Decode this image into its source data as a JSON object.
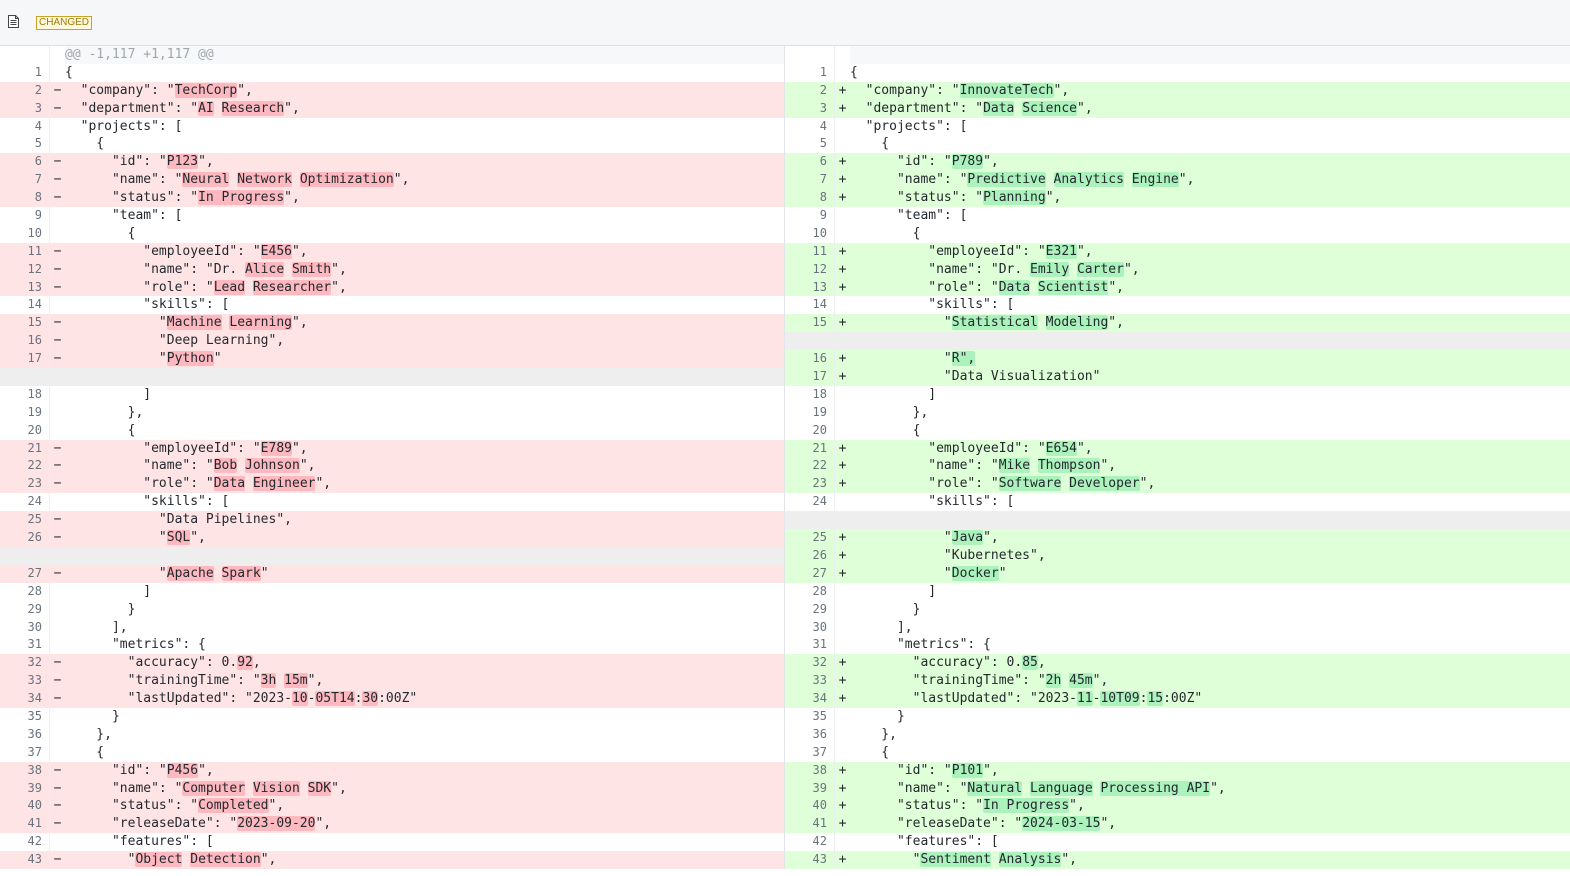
{
  "header": {
    "status_badge": "CHANGED",
    "file_icon": "document-icon"
  },
  "hunk_header": "@@ -1,117 +1,117 @@",
  "colors": {
    "deleted_bg": "#ffe4e6",
    "deleted_word": "#fdb8c0",
    "added_bg": "#dfffd8",
    "added_word": "#acf2bd",
    "badge": "#c9a227"
  },
  "left": [
    {
      "ln": "1",
      "t": "ctx",
      "segs": [
        "{"
      ]
    },
    {
      "ln": "2",
      "t": "del",
      "segs": [
        "  \"company\": \"",
        {
          "h": "TechCorp"
        },
        "\","
      ]
    },
    {
      "ln": "3",
      "t": "del",
      "segs": [
        "  \"department\": \"",
        {
          "h": "AI"
        },
        " ",
        {
          "h": "Research"
        },
        "\","
      ]
    },
    {
      "ln": "4",
      "t": "ctx",
      "segs": [
        "  \"projects\": ["
      ]
    },
    {
      "ln": "5",
      "t": "ctx",
      "segs": [
        "    {"
      ]
    },
    {
      "ln": "6",
      "t": "del",
      "segs": [
        "      \"id\": \"",
        {
          "h": "P123"
        },
        "\","
      ]
    },
    {
      "ln": "7",
      "t": "del",
      "segs": [
        "      \"name\": \"",
        {
          "h": "Neural"
        },
        " ",
        {
          "h": "Network"
        },
        " ",
        {
          "h": "Optimization"
        },
        "\","
      ]
    },
    {
      "ln": "8",
      "t": "del",
      "segs": [
        "      \"status\": \"",
        {
          "h": "In Progress"
        },
        "\","
      ]
    },
    {
      "ln": "9",
      "t": "ctx",
      "segs": [
        "      \"team\": ["
      ]
    },
    {
      "ln": "10",
      "t": "ctx",
      "segs": [
        "        {"
      ]
    },
    {
      "ln": "11",
      "t": "del",
      "segs": [
        "          \"employeeId\": \"",
        {
          "h": "E456"
        },
        "\","
      ]
    },
    {
      "ln": "12",
      "t": "del",
      "segs": [
        "          \"name\": \"Dr. ",
        {
          "h": "Alice"
        },
        " ",
        {
          "h": "Smith"
        },
        "\","
      ]
    },
    {
      "ln": "13",
      "t": "del",
      "segs": [
        "          \"role\": \"",
        {
          "h": "Lead"
        },
        " ",
        {
          "h": "Researcher"
        },
        "\","
      ]
    },
    {
      "ln": "14",
      "t": "ctx",
      "segs": [
        "          \"skills\": ["
      ]
    },
    {
      "ln": "15",
      "t": "del",
      "segs": [
        "            \"",
        {
          "h": "Machine"
        },
        " ",
        {
          "h": "Learning"
        },
        "\","
      ]
    },
    {
      "ln": "16",
      "t": "del",
      "segs": [
        "            \"Deep Learning\","
      ]
    },
    {
      "ln": "17",
      "t": "del",
      "segs": [
        "            \"",
        {
          "h": "Python"
        },
        "\""
      ]
    },
    {
      "ln": "",
      "t": "empty",
      "segs": []
    },
    {
      "ln": "18",
      "t": "ctx",
      "segs": [
        "          ]"
      ]
    },
    {
      "ln": "19",
      "t": "ctx",
      "segs": [
        "        },"
      ]
    },
    {
      "ln": "20",
      "t": "ctx",
      "segs": [
        "        {"
      ]
    },
    {
      "ln": "21",
      "t": "del",
      "segs": [
        "          \"employeeId\": \"",
        {
          "h": "E789"
        },
        "\","
      ]
    },
    {
      "ln": "22",
      "t": "del",
      "segs": [
        "          \"name\": \"",
        {
          "h": "Bob"
        },
        " ",
        {
          "h": "Johnson"
        },
        "\","
      ]
    },
    {
      "ln": "23",
      "t": "del",
      "segs": [
        "          \"role\": \"",
        {
          "h": "Data"
        },
        " ",
        {
          "h": "Engineer"
        },
        "\","
      ]
    },
    {
      "ln": "24",
      "t": "ctx",
      "segs": [
        "          \"skills\": ["
      ]
    },
    {
      "ln": "25",
      "t": "del",
      "segs": [
        "            \"Data Pipelines\","
      ]
    },
    {
      "ln": "26",
      "t": "del",
      "segs": [
        "            \"",
        {
          "h": "SQL"
        },
        "\","
      ]
    },
    {
      "ln": "",
      "t": "empty",
      "segs": []
    },
    {
      "ln": "27",
      "t": "del",
      "segs": [
        "            \"",
        {
          "h": "Apache"
        },
        " ",
        {
          "h": "Spark"
        },
        "\""
      ]
    },
    {
      "ln": "28",
      "t": "ctx",
      "segs": [
        "          ]"
      ]
    },
    {
      "ln": "29",
      "t": "ctx",
      "segs": [
        "        }"
      ]
    },
    {
      "ln": "30",
      "t": "ctx",
      "segs": [
        "      ],"
      ]
    },
    {
      "ln": "31",
      "t": "ctx",
      "segs": [
        "      \"metrics\": {"
      ]
    },
    {
      "ln": "32",
      "t": "del",
      "segs": [
        "        \"accuracy\": 0.",
        {
          "h": "92"
        },
        ","
      ]
    },
    {
      "ln": "33",
      "t": "del",
      "segs": [
        "        \"trainingTime\": \"",
        {
          "h": "3h"
        },
        " ",
        {
          "h": "15m"
        },
        "\","
      ]
    },
    {
      "ln": "34",
      "t": "del",
      "segs": [
        "        \"lastUpdated\": \"2023-",
        {
          "h": "10"
        },
        "-",
        {
          "h": "05T14"
        },
        ":",
        {
          "h": "30"
        },
        ":00Z\""
      ]
    },
    {
      "ln": "35",
      "t": "ctx",
      "segs": [
        "      }"
      ]
    },
    {
      "ln": "36",
      "t": "ctx",
      "segs": [
        "    },"
      ]
    },
    {
      "ln": "37",
      "t": "ctx",
      "segs": [
        "    {"
      ]
    },
    {
      "ln": "38",
      "t": "del",
      "segs": [
        "      \"id\": \"",
        {
          "h": "P456"
        },
        "\","
      ]
    },
    {
      "ln": "39",
      "t": "del",
      "segs": [
        "      \"name\": \"",
        {
          "h": "Computer"
        },
        " ",
        {
          "h": "Vision"
        },
        " ",
        {
          "h": "SDK"
        },
        "\","
      ]
    },
    {
      "ln": "40",
      "t": "del",
      "segs": [
        "      \"status\": \"",
        {
          "h": "Completed"
        },
        "\","
      ]
    },
    {
      "ln": "41",
      "t": "del",
      "segs": [
        "      \"releaseDate\": \"",
        {
          "h": "2023-09-20"
        },
        "\","
      ]
    },
    {
      "ln": "42",
      "t": "ctx",
      "segs": [
        "      \"features\": ["
      ]
    },
    {
      "ln": "43",
      "t": "del",
      "segs": [
        "        \"",
        {
          "h": "Object"
        },
        " ",
        {
          "h": "Detection"
        },
        "\","
      ]
    }
  ],
  "right": [
    {
      "ln": "1",
      "t": "ctx",
      "segs": [
        "{"
      ]
    },
    {
      "ln": "2",
      "t": "add",
      "segs": [
        "  \"company\": \"",
        {
          "h": "InnovateTech"
        },
        "\","
      ]
    },
    {
      "ln": "3",
      "t": "add",
      "segs": [
        "  \"department\": \"",
        {
          "h": "Data"
        },
        " ",
        {
          "h": "Science"
        },
        "\","
      ]
    },
    {
      "ln": "4",
      "t": "ctx",
      "segs": [
        "  \"projects\": ["
      ]
    },
    {
      "ln": "5",
      "t": "ctx",
      "segs": [
        "    {"
      ]
    },
    {
      "ln": "6",
      "t": "add",
      "segs": [
        "      \"id\": \"",
        {
          "h": "P789"
        },
        "\","
      ]
    },
    {
      "ln": "7",
      "t": "add",
      "segs": [
        "      \"name\": \"",
        {
          "h": "Predictive"
        },
        " ",
        {
          "h": "Analytics"
        },
        " ",
        {
          "h": "Engine"
        },
        "\","
      ]
    },
    {
      "ln": "8",
      "t": "add",
      "segs": [
        "      \"status\": \"",
        {
          "h": "Planning"
        },
        "\","
      ]
    },
    {
      "ln": "9",
      "t": "ctx",
      "segs": [
        "      \"team\": ["
      ]
    },
    {
      "ln": "10",
      "t": "ctx",
      "segs": [
        "        {"
      ]
    },
    {
      "ln": "11",
      "t": "add",
      "segs": [
        "          \"employeeId\": \"",
        {
          "h": "E321"
        },
        "\","
      ]
    },
    {
      "ln": "12",
      "t": "add",
      "segs": [
        "          \"name\": \"Dr. ",
        {
          "h": "Emily"
        },
        " ",
        {
          "h": "Carter"
        },
        "\","
      ]
    },
    {
      "ln": "13",
      "t": "add",
      "segs": [
        "          \"role\": \"",
        {
          "h": "Data"
        },
        " ",
        {
          "h": "Scientist"
        },
        "\","
      ]
    },
    {
      "ln": "14",
      "t": "ctx",
      "segs": [
        "          \"skills\": ["
      ]
    },
    {
      "ln": "15",
      "t": "add",
      "segs": [
        "            \"",
        {
          "h": "Statistical"
        },
        " ",
        {
          "h": "Modeling"
        },
        "\","
      ]
    },
    {
      "ln": "",
      "t": "empty",
      "segs": []
    },
    {
      "ln": "16",
      "t": "add",
      "segs": [
        "            \"",
        {
          "h": "R\","
        }
      ]
    },
    {
      "ln": "17",
      "t": "add",
      "segs": [
        "            \"Data Visualization\""
      ]
    },
    {
      "ln": "18",
      "t": "ctx",
      "segs": [
        "          ]"
      ]
    },
    {
      "ln": "19",
      "t": "ctx",
      "segs": [
        "        },"
      ]
    },
    {
      "ln": "20",
      "t": "ctx",
      "segs": [
        "        {"
      ]
    },
    {
      "ln": "21",
      "t": "add",
      "segs": [
        "          \"employeeId\": \"",
        {
          "h": "E654"
        },
        "\","
      ]
    },
    {
      "ln": "22",
      "t": "add",
      "segs": [
        "          \"name\": \"",
        {
          "h": "Mike"
        },
        " ",
        {
          "h": "Thompson"
        },
        "\","
      ]
    },
    {
      "ln": "23",
      "t": "add",
      "segs": [
        "          \"role\": \"",
        {
          "h": "Software"
        },
        " ",
        {
          "h": "Developer"
        },
        "\","
      ]
    },
    {
      "ln": "24",
      "t": "ctx",
      "segs": [
        "          \"skills\": ["
      ]
    },
    {
      "ln": "",
      "t": "empty",
      "segs": []
    },
    {
      "ln": "25",
      "t": "add",
      "segs": [
        "            \"",
        {
          "h": "Java"
        },
        "\","
      ]
    },
    {
      "ln": "26",
      "t": "add",
      "segs": [
        "            \"Kubernetes\","
      ]
    },
    {
      "ln": "27",
      "t": "add",
      "segs": [
        "            \"",
        {
          "h": "Docker"
        },
        "\""
      ]
    },
    {
      "ln": "28",
      "t": "ctx",
      "segs": [
        "          ]"
      ]
    },
    {
      "ln": "29",
      "t": "ctx",
      "segs": [
        "        }"
      ]
    },
    {
      "ln": "30",
      "t": "ctx",
      "segs": [
        "      ],"
      ]
    },
    {
      "ln": "31",
      "t": "ctx",
      "segs": [
        "      \"metrics\": {"
      ]
    },
    {
      "ln": "32",
      "t": "add",
      "segs": [
        "        \"accuracy\": 0.",
        {
          "h": "85"
        },
        ","
      ]
    },
    {
      "ln": "33",
      "t": "add",
      "segs": [
        "        \"trainingTime\": \"",
        {
          "h": "2h"
        },
        " ",
        {
          "h": "45m"
        },
        "\","
      ]
    },
    {
      "ln": "34",
      "t": "add",
      "segs": [
        "        \"lastUpdated\": \"2023-",
        {
          "h": "11"
        },
        "-",
        {
          "h": "10T09"
        },
        ":",
        {
          "h": "15"
        },
        ":00Z\""
      ]
    },
    {
      "ln": "35",
      "t": "ctx",
      "segs": [
        "      }"
      ]
    },
    {
      "ln": "36",
      "t": "ctx",
      "segs": [
        "    },"
      ]
    },
    {
      "ln": "37",
      "t": "ctx",
      "segs": [
        "    {"
      ]
    },
    {
      "ln": "38",
      "t": "add",
      "segs": [
        "      \"id\": \"",
        {
          "h": "P101"
        },
        "\","
      ]
    },
    {
      "ln": "39",
      "t": "add",
      "segs": [
        "      \"name\": \"",
        {
          "h": "Natural"
        },
        " ",
        {
          "h": "Language"
        },
        " ",
        {
          "h": "Processing API"
        },
        "\","
      ]
    },
    {
      "ln": "40",
      "t": "add",
      "segs": [
        "      \"status\": \"",
        {
          "h": "In Progress"
        },
        "\","
      ]
    },
    {
      "ln": "41",
      "t": "add",
      "segs": [
        "      \"releaseDate\": \"",
        {
          "h": "2024-03-15"
        },
        "\","
      ]
    },
    {
      "ln": "42",
      "t": "ctx",
      "segs": [
        "      \"features\": ["
      ]
    },
    {
      "ln": "43",
      "t": "add",
      "segs": [
        "        \"",
        {
          "h": "Sentiment"
        },
        " ",
        {
          "h": "Analysis"
        },
        "\","
      ]
    }
  ]
}
